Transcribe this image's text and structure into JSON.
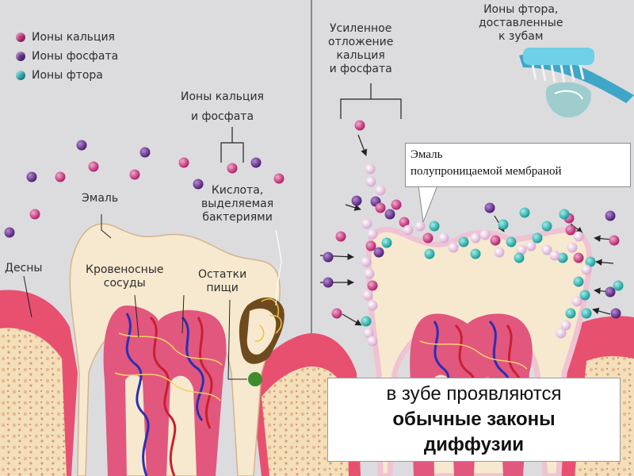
{
  "legend": [
    {
      "label": "Ионы кальция",
      "color": "#c2337a",
      "icon": "calcium-ion-dot"
    },
    {
      "label": "Ионы фосфата",
      "color": "#6b2f8f",
      "icon": "phosphate-ion-dot"
    },
    {
      "label": "Ионы фтора",
      "color": "#2fb3b0",
      "icon": "fluoride-ion-dot"
    }
  ],
  "labels": {
    "ca_phos_1": "Ионы кальция",
    "ca_phos_2": "и фосфата",
    "acid_1": "Кислота,",
    "acid_2": "выделяемая",
    "acid_3": "бактериями",
    "enamel": "Эмаль",
    "gums": "Десны",
    "vessels_1": "Кровеносные",
    "vessels_2": "сосуды",
    "food_1": "Остатки",
    "food_2": "пищи",
    "deposit_1": "Усиленное",
    "deposit_2": "отложение",
    "deposit_3": "кальция",
    "deposit_4": "и фосфата",
    "fluoride_1": "Ионы фтора,",
    "fluoride_2": "доставленные",
    "fluoride_3": "к зубам"
  },
  "callout": {
    "line1": "Эмаль",
    "line2": "полупроницаемой мембраной"
  },
  "summary": {
    "line1": "в зубе проявляются",
    "line2": "обычные законы",
    "line3": "диффузии"
  },
  "colors": {
    "calcium": "#c2337a",
    "phosphate": "#6b2f8f",
    "fluoride": "#2fb3b0",
    "gum": "#e8506f",
    "dentin": "#f6e9cf",
    "enamel_light": "#f8d8e4",
    "pulp": "#e2577e",
    "background": "#dcdcdf"
  }
}
